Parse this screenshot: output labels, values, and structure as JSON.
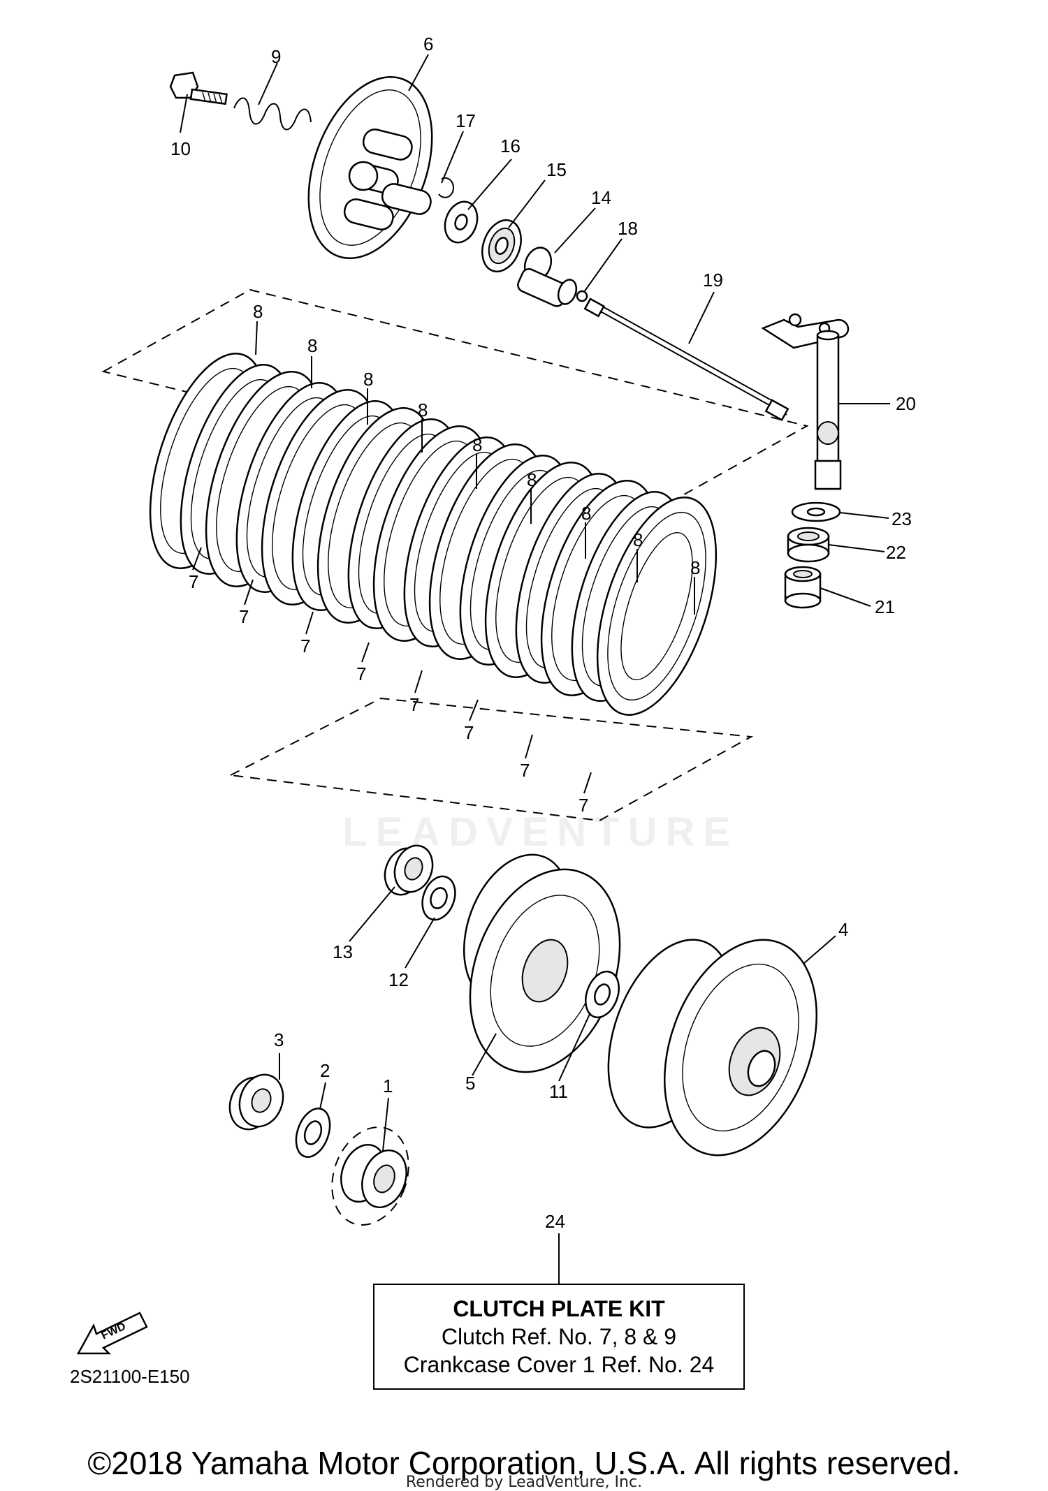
{
  "callouts": [
    "1",
    "2",
    "3",
    "4",
    "5",
    "6",
    "7",
    "8",
    "9",
    "10",
    "11",
    "12",
    "13",
    "14",
    "15",
    "16",
    "17",
    "18",
    "19",
    "20",
    "21",
    "22",
    "23",
    "24"
  ],
  "kit_box": {
    "title": "CLUTCH PLATE KIT",
    "line1": "Clutch Ref. No. 7, 8 & 9",
    "line2": "Crankcase Cover 1 Ref. No. 24"
  },
  "diagram_code": "2S21100-E150",
  "fwd_label": "FWD",
  "copyright": "©2018 Yamaha Motor Corporation, U.S.A. All rights reserved.",
  "rendered_by": "Rendered by LeadVenture, Inc.",
  "watermark": "LEADVENTURE"
}
